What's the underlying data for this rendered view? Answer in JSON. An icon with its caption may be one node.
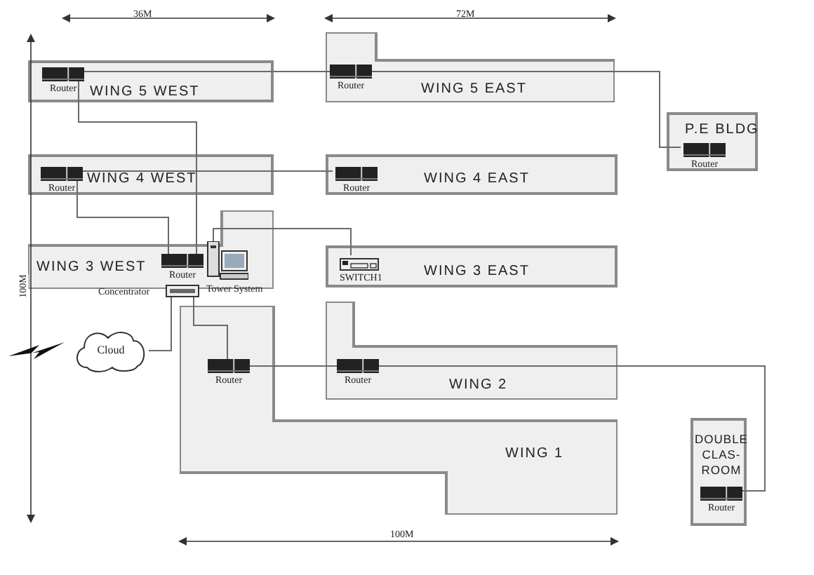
{
  "diagram": {
    "nodes": [
      {
        "text": [
          "WING 5 WEST"
        ]
      },
      {
        "text": [
          "WING 5 EAST"
        ]
      },
      {
        "text": [
          "P.E BLDG"
        ]
      },
      {
        "text": [
          "WING 4 WEST"
        ]
      },
      {
        "text": [
          "WING 4 EAST"
        ]
      },
      {
        "text": [
          "WING 3 WEST"
        ]
      },
      {
        "text": [
          "WING 3 EAST"
        ]
      },
      {
        "text": [
          "WING 2"
        ]
      },
      {
        "text": [
          "WING 1"
        ]
      },
      {
        "text": [
          "DOUBLE CLAS- ROOM"
        ]
      },
      {
        "text": [
          "Router"
        ],
        "in": 0
      },
      {
        "text": [
          "Router"
        ],
        "in": 1
      },
      {
        "text": [
          "Router"
        ],
        "in": 2
      },
      {
        "text": [
          "Router"
        ],
        "in": 3
      },
      {
        "text": [
          "Router"
        ],
        "in": 4
      },
      {
        "text": [
          "Router"
        ],
        "in": 5
      },
      {
        "text": [
          "Tower System"
        ],
        "in": 5
      },
      {
        "text": [
          "Concentrator"
        ]
      },
      {
        "text": [
          "SWITCH1"
        ],
        "in": 6
      },
      {
        "text": [
          "Router"
        ],
        "in": 8
      },
      {
        "text": [
          "Router"
        ],
        "in": 7
      },
      {
        "text": [
          "Router"
        ],
        "in": 9
      },
      {
        "text": [
          "Cloud"
        ]
      }
    ],
    "edges": [
      {
        "from": 10,
        "to": 11,
        "arrow": "none"
      },
      {
        "from": 11,
        "to": 12,
        "arrow": "none"
      },
      {
        "from": 10,
        "to": 15,
        "arrow": "none"
      },
      {
        "from": 13,
        "to": 14,
        "arrow": "none"
      },
      {
        "from": 13,
        "to": 15,
        "arrow": "none"
      },
      {
        "from": 16,
        "to": 18,
        "arrow": "none"
      },
      {
        "from": 17,
        "to": 22,
        "arrow": "none"
      },
      {
        "from": 17,
        "to": 19,
        "arrow": "none"
      },
      {
        "from": 19,
        "to": 20,
        "arrow": "none"
      },
      {
        "from": 20,
        "to": 21,
        "arrow": "none"
      }
    ],
    "labels": [
      "36M",
      "72M",
      "100M",
      "100M"
    ]
  }
}
